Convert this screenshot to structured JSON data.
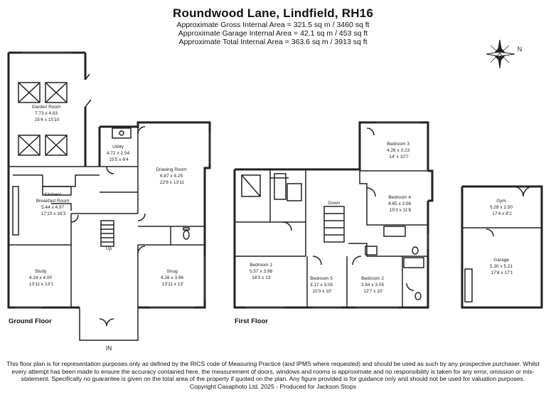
{
  "header": {
    "title": "Roundwood Lane, Lindfield, RH16",
    "areas": [
      "Approximate Gross Internal Area = 321.5 sq m / 3460 sq ft",
      "Approximate Garage Internal Area = 42.1 sq m / 453 sq ft",
      "Approximate Total Internal Area = 363.6 sq m / 3913 sq ft"
    ]
  },
  "compass": {
    "label": "N",
    "icon": "compass-rose-icon"
  },
  "floors": {
    "ground": "Ground Floor",
    "first": "First Floor"
  },
  "rooms": {
    "garden_room": [
      "Garden Room",
      "7.73 x 4.83",
      "25'4 x 15'10"
    ],
    "utility": [
      "Utility",
      "4.72 x 2.54",
      "15'5 x 8'4"
    ],
    "drawing_room": [
      "Drawing Room",
      "6.87 x 4.25",
      "22'6 x 13'11"
    ],
    "kitchen": [
      "Kitchen/",
      "Breakfast Room",
      "5.44 x 4.97",
      "17'10 x 16'3"
    ],
    "study": [
      "Study",
      "4.24 x 4.00",
      "13'11 x 13'1"
    ],
    "snug": [
      "Snug",
      "4.26 x 3.96",
      "13'11 x 13'"
    ],
    "bedroom1": [
      "Bedroom 1",
      "5.57 x 3.98",
      "18'3 x 13'"
    ],
    "bedroom2": [
      "Bedroom 2",
      "3.84 x 3.05",
      "12'7 x 10'"
    ],
    "bedroom3": [
      "Bedroom 3",
      "4.26 x 3.23",
      "14' x 10'7"
    ],
    "bedroom4": [
      "Bedroom 4",
      "4.65 x 3.56",
      "15'3 x 11'8"
    ],
    "bedroom5": [
      "Bedroom 5",
      "3.17 x 3.05",
      "10'3 x 10'"
    ],
    "gym": [
      "Gym",
      "5.28 x 2.50",
      "17'4 x 8'2"
    ],
    "garage": [
      "Garage",
      "5.30 x 5.21",
      "17'4 x 17'1"
    ]
  },
  "labels": {
    "entrance": "IN",
    "stairs_up": "Up",
    "stairs_down": "Down"
  },
  "footer": {
    "disclaimer": "This floor plan is for representation purposes only as defined by the RICS code of Measuring Practice (and IPMS where requested) and should be used as such by any prospective purchaser. Whilst every attempt has been made to ensure the accuracy contained here, the measurement of doors, windows and rooms is approximate and no responsibility is taken for any error, omission or mis-statement. Specifically no guarantee is given on the total area of the property if quoted on the plan. Any figure provided is for guidance only and should not be used for valuation purposes.",
    "copyright": "Copyright Casaphoto Ltd. 2025 - Produced for Jackson Stops"
  }
}
